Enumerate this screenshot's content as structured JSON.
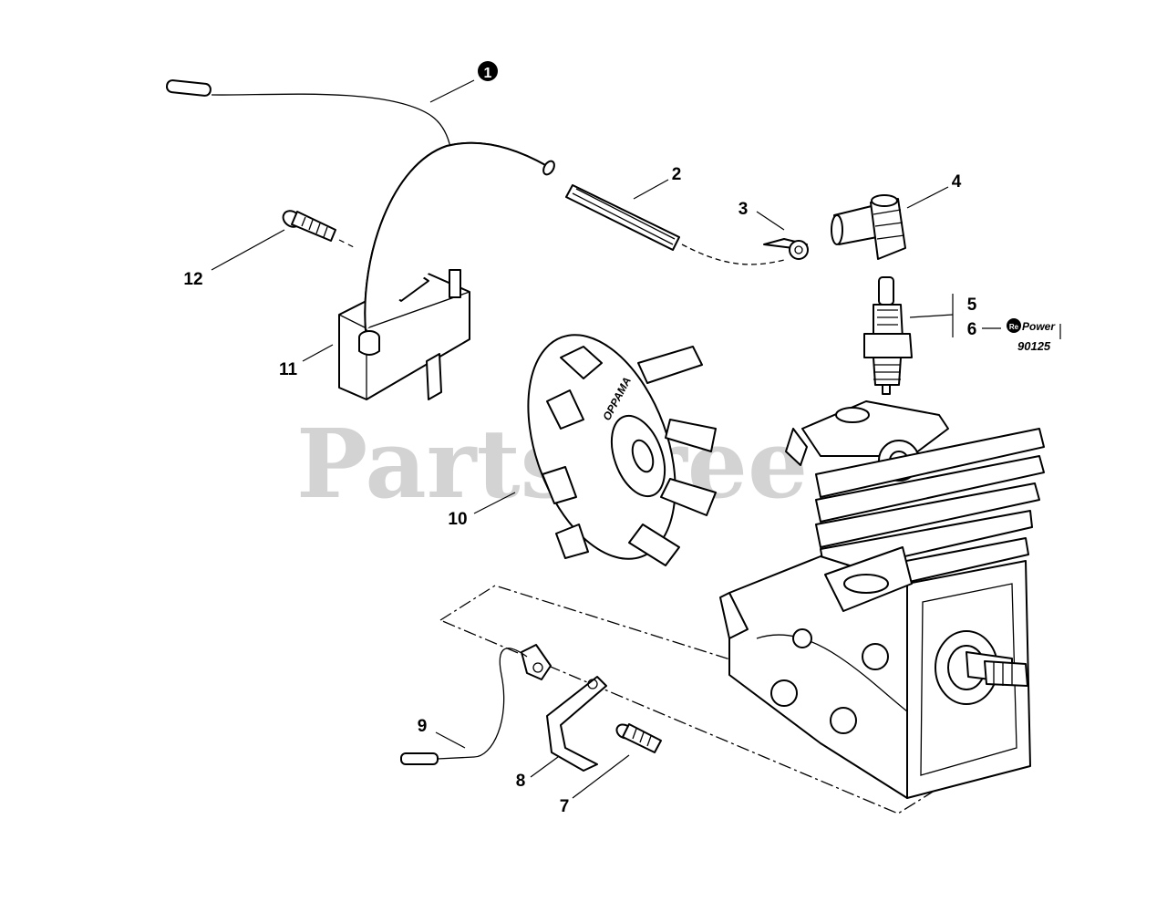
{
  "watermark": "PartsTree",
  "callouts": {
    "c1": "1",
    "c2": "2",
    "c3": "3",
    "c4": "4",
    "c5": "5",
    "c6": "6",
    "c7": "7",
    "c8": "8",
    "c9": "9",
    "c10": "10",
    "c11": "11",
    "c12": "12"
  },
  "repower": {
    "logo_prefix": "Re",
    "logo_text": "Power",
    "code": "90125"
  },
  "flywheel_mark": "OPPAMA",
  "colors": {
    "ink": "#000000",
    "watermark": "#bdbdbd",
    "background": "#ffffff"
  }
}
